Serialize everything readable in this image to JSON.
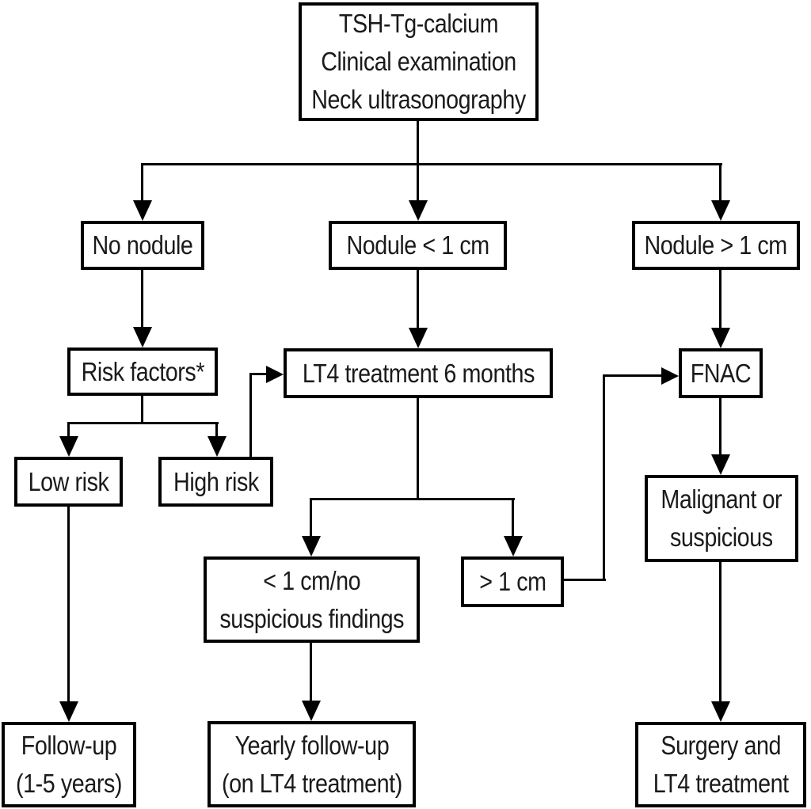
{
  "figure": {
    "type": "flowchart",
    "background_color": "#ffffff",
    "line_color": "#000000",
    "text_color": "#1a1a1a",
    "nodes": {
      "start": {
        "label": "TSH-Tg-calcium\nClinical examination\nNeck ultrasonography"
      },
      "no_nodule": {
        "label": "No nodule"
      },
      "nodule_lt_1cm": {
        "label": "Nodule < 1 cm"
      },
      "nodule_gt_1cm": {
        "label": "Nodule > 1 cm"
      },
      "risk_factors": {
        "label": "Risk factors*"
      },
      "lt4_treatment": {
        "label": "LT4 treatment 6 months"
      },
      "fnac": {
        "label": "FNAC"
      },
      "low_risk": {
        "label": "Low risk"
      },
      "high_risk": {
        "label": "High risk"
      },
      "small_or_no_suspicious": {
        "label": "< 1 cm/no\nsuspicious findings"
      },
      "gt_1cm": {
        "label": "> 1 cm"
      },
      "malignant_or_suspicious": {
        "label": "Malignant or\nsuspicious"
      },
      "follow_up": {
        "label": "Follow-up\n(1-5 years)"
      },
      "yearly_follow_up": {
        "label": "Yearly follow-up\n(on LT4 treatment)"
      },
      "surgery_lt4": {
        "label": "Surgery and\nLT4 treatment"
      }
    },
    "edges": [
      {
        "from": "start",
        "to": "no_nodule"
      },
      {
        "from": "start",
        "to": "nodule_lt_1cm"
      },
      {
        "from": "start",
        "to": "nodule_gt_1cm"
      },
      {
        "from": "no_nodule",
        "to": "risk_factors"
      },
      {
        "from": "nodule_lt_1cm",
        "to": "lt4_treatment"
      },
      {
        "from": "nodule_gt_1cm",
        "to": "fnac"
      },
      {
        "from": "risk_factors",
        "to": "low_risk"
      },
      {
        "from": "risk_factors",
        "to": "high_risk"
      },
      {
        "from": "high_risk",
        "to": "lt4_treatment"
      },
      {
        "from": "lt4_treatment",
        "to": "small_or_no_suspicious"
      },
      {
        "from": "lt4_treatment",
        "to": "gt_1cm"
      },
      {
        "from": "gt_1cm",
        "to": "fnac"
      },
      {
        "from": "fnac",
        "to": "malignant_or_suspicious"
      },
      {
        "from": "low_risk",
        "to": "follow_up"
      },
      {
        "from": "small_or_no_suspicious",
        "to": "yearly_follow_up"
      },
      {
        "from": "malignant_or_suspicious",
        "to": "surgery_lt4"
      }
    ]
  }
}
